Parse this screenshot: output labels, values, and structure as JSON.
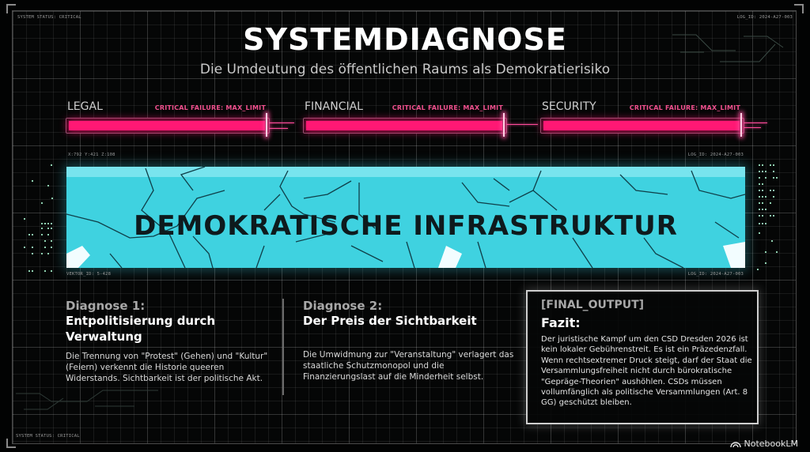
{
  "meta": {
    "top_left": "SYSTEM STATUS: CRITICAL",
    "top_right": "LOG_ID: 2024-A27-003",
    "gauge_left_coords": "X:792 Y:421 Z:108",
    "gauge_right_log": "LOG_ID: 2024-A27-003",
    "slab_left": "VEKTOR_ID: 5-428",
    "slab_right": "LOG_ID: 2024-A27-003",
    "bottom_left": "SYSTEM STATUS: CRITICAL"
  },
  "header": {
    "title": "SYSTEMDIAGNOSE",
    "subtitle": "Die Umdeutung des öffentlichen Raums als Demokratierisiko"
  },
  "gauges": [
    {
      "label": "LEGAL",
      "status": "CRITICAL FAILURE: MAX_LIMIT",
      "percent": 100
    },
    {
      "label": "FINANCIAL",
      "status": "CRITICAL FAILURE: MAX_LIMIT",
      "percent": 100
    },
    {
      "label": "SECURITY",
      "status": "CRITICAL FAILURE: MAX_LIMIT",
      "percent": 100
    }
  ],
  "slab": {
    "label": "DEMOKRATISCHE INFRASTRUKTUR"
  },
  "diagnoses": [
    {
      "kicker": "Diagnose 1:",
      "heading": "Entpolitisierung durch Verwaltung",
      "body": "Die Trennung von \"Protest\" (Gehen) und \"Kultur\" (Feiern) verkennt die Historie queeren Widerstands. Sichtbarkeit ist der politische Akt."
    },
    {
      "kicker": "Diagnose 2:",
      "heading": "Der Preis der Sichtbarkeit",
      "body": "Die Umwidmung zur \"Veranstaltung\" verlagert das staatliche Schutzmonopol und die Finanzierungslast auf die Minderheit selbst."
    }
  ],
  "final": {
    "kicker": "[FINAL_OUTPUT]",
    "heading": "Fazit:",
    "body_1": "Der juristische Kampf um den CSD Dresden 2026 ist kein lokaler Gebührenstreit. Es ist ein Präzedenzfall.",
    "body_2": "Wenn rechtsextremer Druck steigt, darf der Staat die Versammlungsfreiheit nicht durch bürokratische \"Gepräge-Theorien\" aushöhlen. CSDs müssen vollumfänglich als politische Versammlungen (Art. 8 GG) geschützt bleiben."
  },
  "brand": {
    "name": "NotebookLM",
    "icon": "notebooklm-logo-icon"
  },
  "colors": {
    "gauge_fill": "#ff1874",
    "gauge_status": "#f0508e",
    "slab": "#3fd2e0",
    "background": "#050606"
  }
}
